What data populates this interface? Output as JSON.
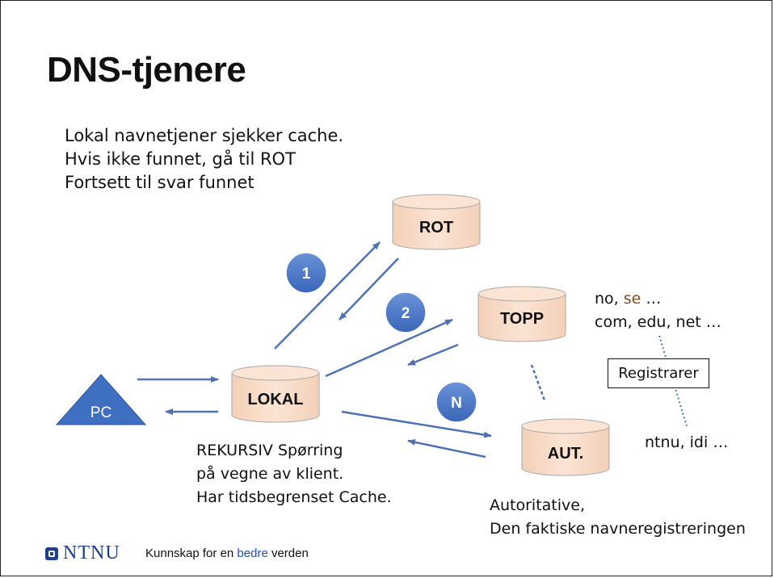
{
  "title": "DNS-tjenere",
  "intro": [
    "Lokal navnetjener sjekker cache.",
    "Hvis ikke funnet, gå til ROT",
    "Fortsett til svar funnet"
  ],
  "nodes": {
    "rot": "ROT",
    "topp": "TOPP",
    "lokal": "LOKAL",
    "aut": "AUT.",
    "pc": "PC"
  },
  "badges": {
    "step1": "1",
    "step2": "2",
    "stepN": "N"
  },
  "lokal_note": [
    "REKURSIV Spørring",
    "på vegne av klient.",
    "Har tidsbegrenset Cache."
  ],
  "aut_note": [
    "Autoritative,",
    "Den faktiske navneregistreringen"
  ],
  "topp_note": {
    "line1_a": "no, ",
    "line1_b": "se",
    "line1_c": " …",
    "line2": "com, edu, net …"
  },
  "registrar": "Registrarer",
  "ntnu_note": "ntnu, idi …",
  "footer": {
    "logo_text": "NTNU",
    "tagline_a": "Kunnskap for en ",
    "tagline_b": "bedre",
    "tagline_c": " verden"
  },
  "colors": {
    "cylinder_fill": "#f9dcc8",
    "arrow": "#4e72b2",
    "badge": "#4472c4",
    "pc_fill": "#3f6fc0",
    "brand": "#1f3e8a"
  }
}
